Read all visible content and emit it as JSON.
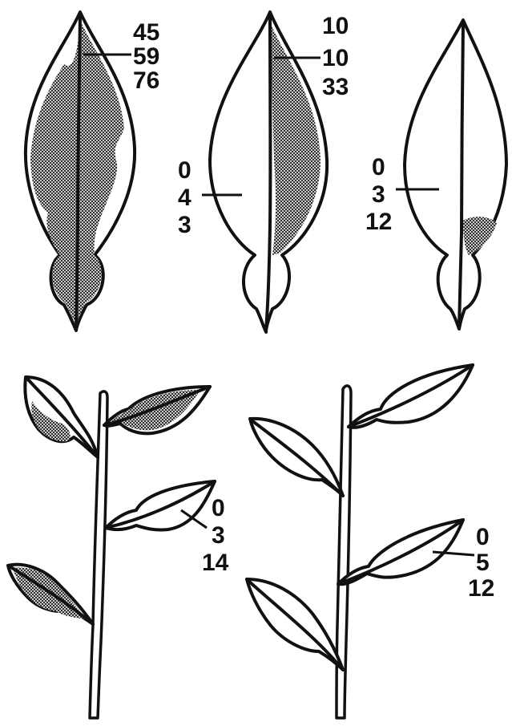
{
  "colors": {
    "ink": "#111111",
    "paper": "#ffffff",
    "shading": "#8a8a8a"
  },
  "panels": [
    {
      "id": "leaf-a",
      "labels": [
        "45",
        "59",
        "76"
      ],
      "shading": "most of blade and lower lobe"
    },
    {
      "id": "leaf-b",
      "labels_upper": [
        "10",
        "10",
        "33"
      ],
      "labels_lower": [
        "0",
        "4",
        "3"
      ],
      "shading": "right half of blade"
    },
    {
      "id": "leaf-c",
      "labels": [
        "0",
        "3",
        "12"
      ],
      "shading": "small patch at lower right"
    },
    {
      "id": "shoot-left",
      "labels": [
        "0",
        "3",
        "14"
      ],
      "shaded_leaves": 3
    },
    {
      "id": "shoot-right",
      "labels": [
        "0",
        "5",
        "12"
      ],
      "shaded_leaves": 0
    }
  ]
}
